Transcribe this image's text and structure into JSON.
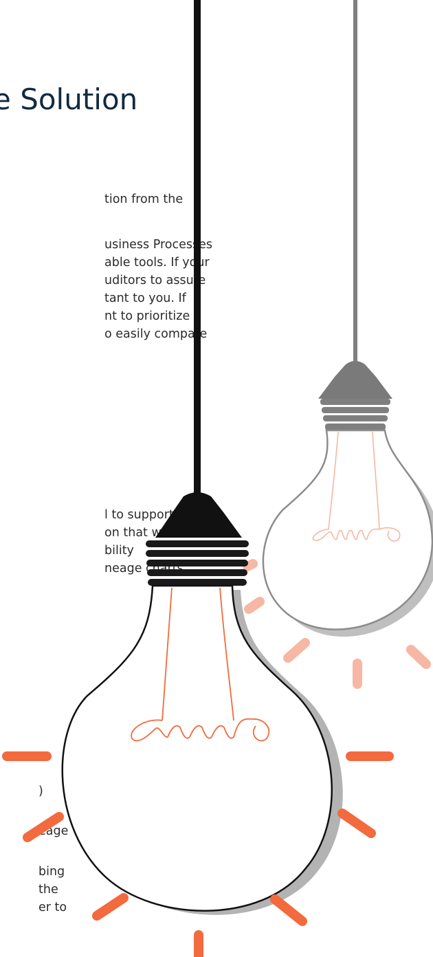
{
  "heading": "e Solution",
  "paragraph_1": [
    "tion from the"
  ],
  "paragraph_2": [
    "usiness Processes",
    "able tools. If your",
    "uditors to assure",
    "tant to you. If",
    "nt to prioritize",
    "o easily compare"
  ],
  "paragraph_3": [
    "l to support",
    "on that will",
    "bility",
    "neage charts."
  ],
  "paragraph_4": [
    ")",
    "eage",
    "bing",
    "the",
    "er to"
  ],
  "colors": {
    "accent_orange": "#F26A3D",
    "accent_orange_light": "#F6B7A4",
    "cord_dark": "#111111",
    "cord_gray": "#7F7F7F",
    "text": "#2B2B2B",
    "heading": "#102A43"
  },
  "icons": [
    "lightbulb-large-icon",
    "lightbulb-small-icon",
    "light-rays-icon"
  ]
}
